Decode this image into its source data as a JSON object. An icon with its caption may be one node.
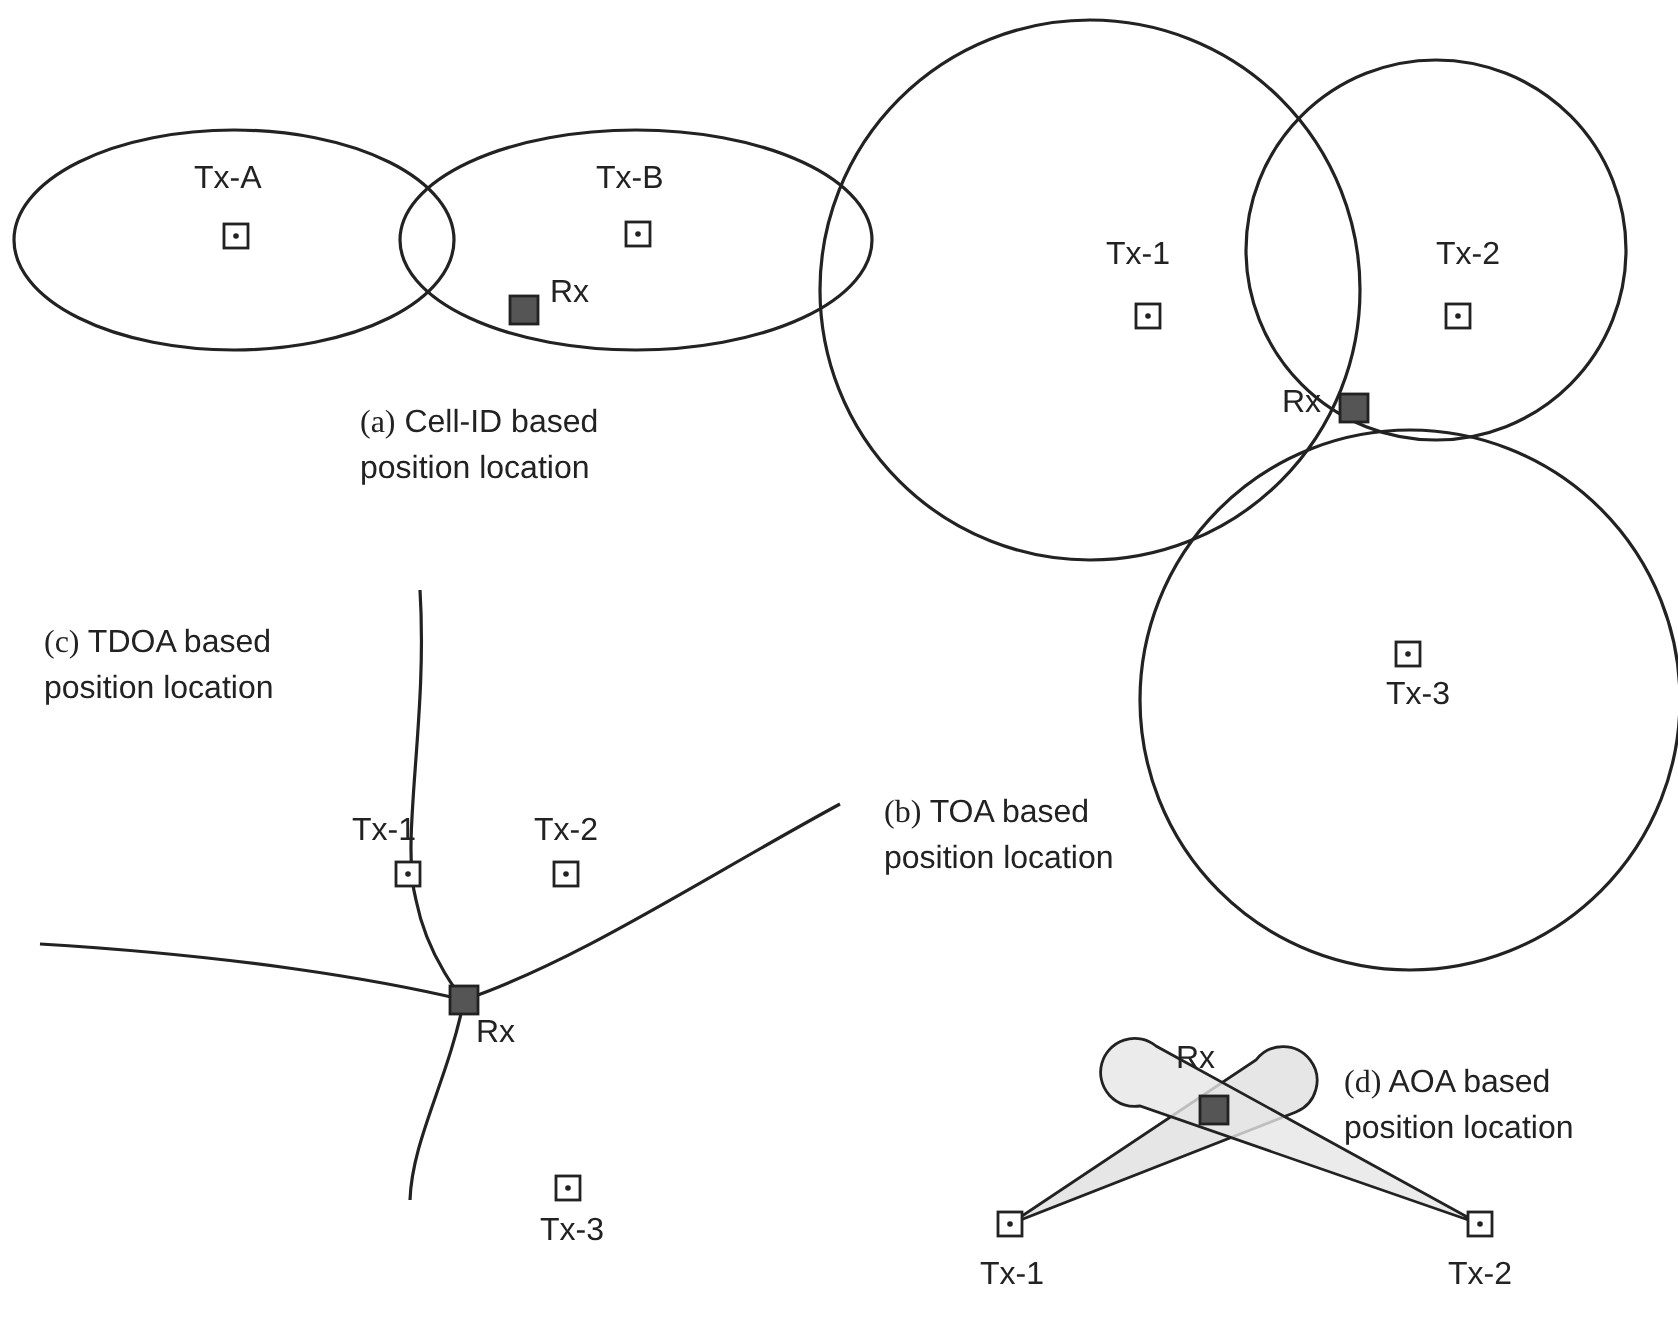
{
  "diagram": {
    "labels": [
      "Tx-A",
      "Tx-B",
      "Rx",
      "(a) Cell-ID based position location",
      "Tx-1",
      "Tx-2",
      "Rx",
      "Tx-3",
      "(b) TOA based position location",
      "(c) TDOA based position location",
      "Tx-1",
      "Tx-2",
      "Rx",
      "Tx-3",
      "Rx",
      "(d) AOA based position location",
      "Tx-1",
      "Tx-2"
    ]
  }
}
